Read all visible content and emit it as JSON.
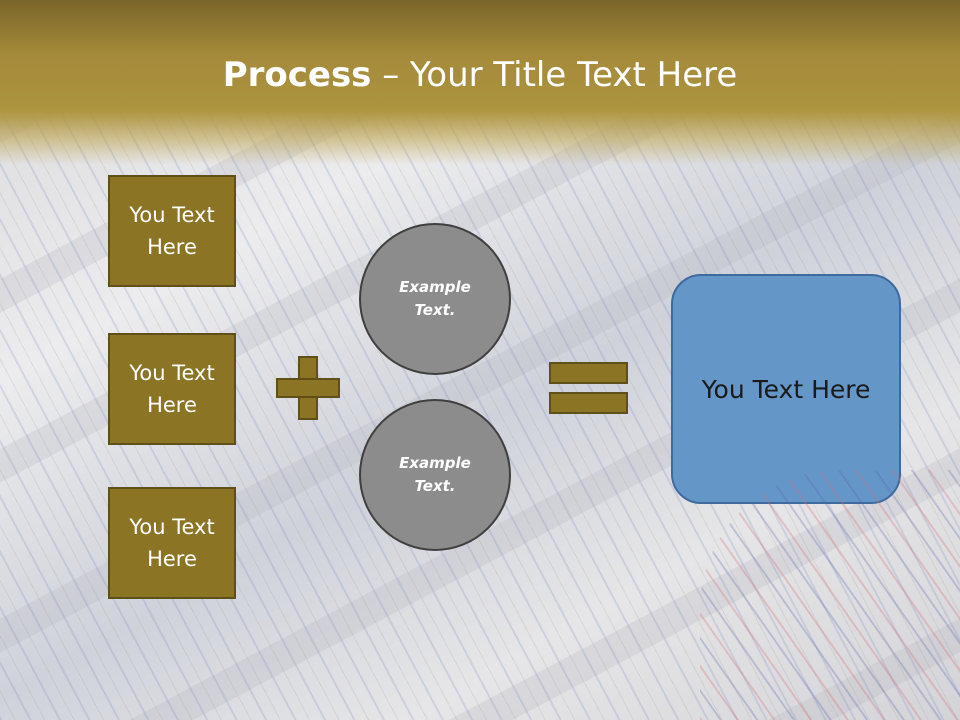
{
  "title": {
    "bold": "Process",
    "rest": " – Your Title Text Here"
  },
  "left_boxes": [
    {
      "line1": "You Text",
      "line2": "Here"
    },
    {
      "line1": "You Text",
      "line2": "Here"
    },
    {
      "line1": "You Text",
      "line2": "Here"
    }
  ],
  "circles": [
    {
      "line1": "Example",
      "line2": "Text."
    },
    {
      "line1": "Example",
      "line2": "Text."
    }
  ],
  "result": {
    "label": "You Text Here"
  },
  "colors": {
    "header": "#a48a3a",
    "box_fill": "#8b7424",
    "circle_fill": "#8c8c8c",
    "result_fill": "#6496c8"
  },
  "icons": {
    "plus": "plus-icon",
    "equals": "equals-icon"
  }
}
